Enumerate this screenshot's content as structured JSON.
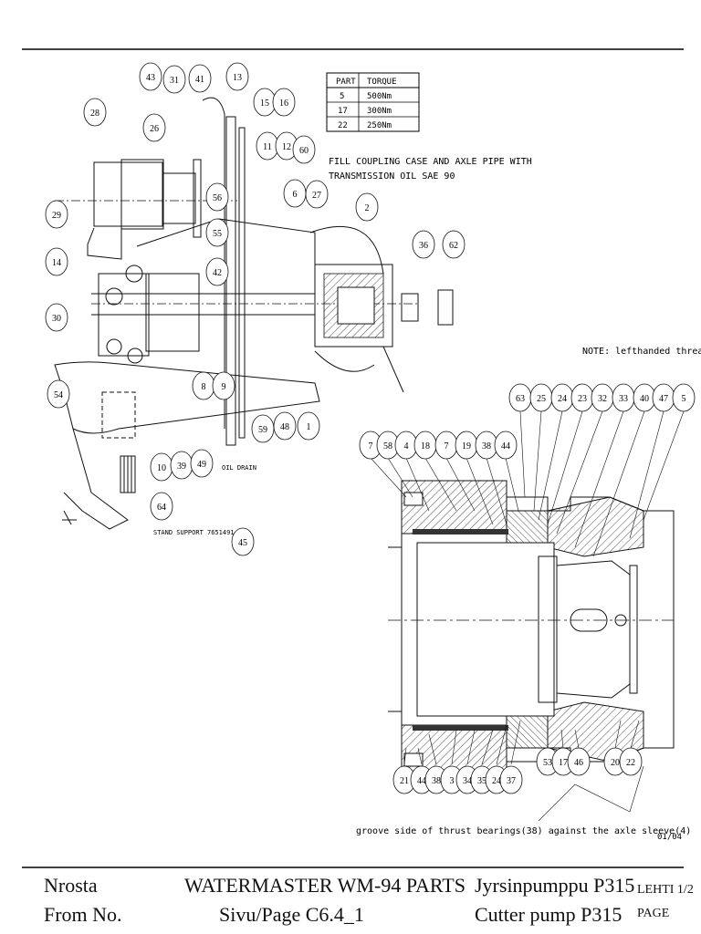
{
  "torque_table": {
    "headers": [
      "PART",
      "TORQUE"
    ],
    "rows": [
      [
        "5",
        "500Nm"
      ],
      [
        "17",
        "300Nm"
      ],
      [
        "22",
        "250Nm"
      ]
    ]
  },
  "notes": {
    "fill_line1": "FILL COUPLING CASE AND AXLE PIPE WITH",
    "fill_line2": "TRANSMISSION OIL SAE 90",
    "lefthanded": "NOTE: lefthanded thread",
    "oil_drain": "OIL DRAIN",
    "stand_support": "STAND SUPPORT 7651491",
    "groove": "groove side of thrust bearings(38) against the axle sleeve(4)",
    "date": "01/04"
  },
  "balloons_upper": [
    "43",
    "31",
    "41",
    "13",
    "15",
    "16",
    "28",
    "26",
    "11",
    "12",
    "60",
    "6",
    "27",
    "2",
    "29",
    "56",
    "55",
    "36",
    "62",
    "14",
    "42",
    "30",
    "54",
    "8",
    "9",
    "59",
    "48",
    "1",
    "10",
    "39",
    "49",
    "64",
    "45"
  ],
  "balloons_section_top": [
    "7",
    "58",
    "4",
    "18",
    "7",
    "19",
    "38",
    "44",
    "63",
    "25",
    "24",
    "23",
    "32",
    "33",
    "40",
    "47",
    "5"
  ],
  "balloons_section_bottom": [
    "21",
    "44",
    "38",
    "3",
    "34",
    "35",
    "24",
    "37",
    "53",
    "17",
    "46",
    "20",
    "22"
  ],
  "footer": {
    "company": "Nrosta",
    "from_no": "From No.",
    "title": "WATERMASTER WM-94 PARTS",
    "page_ref": "Sivu/Page C6.4_1",
    "fi_name": "Jyrsinpumppu P315",
    "en_name": "Cutter pump  P315",
    "sheet": "LEHTI 1/2",
    "page_label": "PAGE"
  }
}
